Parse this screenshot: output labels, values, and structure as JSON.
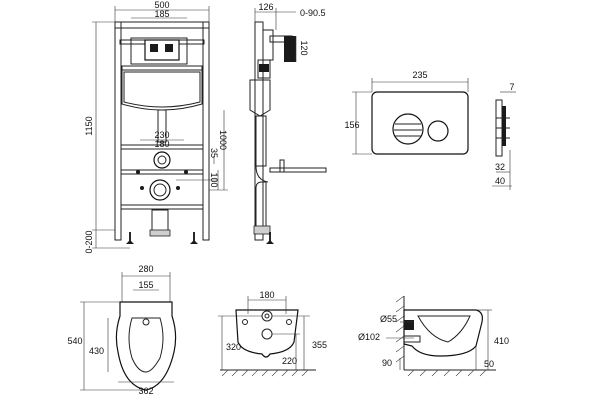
{
  "frame_front": {
    "width_total": "500",
    "width_top": "185",
    "height_total": "1150",
    "height_outlet": "1000",
    "height_adjust": "0-200",
    "spacing_outer": "230",
    "spacing_inner": "180",
    "offset_35": "35",
    "offset_100": "100"
  },
  "frame_side": {
    "depth": "126",
    "angle_range": "0-90.5",
    "height_120": "120"
  },
  "flush_plate_front": {
    "width": "235",
    "height": "156"
  },
  "flush_plate_side": {
    "depth": "7",
    "offset_32": "32",
    "depth_total": "40"
  },
  "bowl_top": {
    "width_top": "280",
    "width_inner": "155",
    "length": "540",
    "length_inner": "430",
    "width_bottom": "362"
  },
  "bowl_front": {
    "width_180": "180",
    "height_320": "320",
    "height_220": "220",
    "height_355": "355"
  },
  "bowl_side": {
    "dia_55": "Ø55",
    "dia_102": "Ø102",
    "height_410": "410",
    "height_90": "90",
    "height_50": "50"
  }
}
